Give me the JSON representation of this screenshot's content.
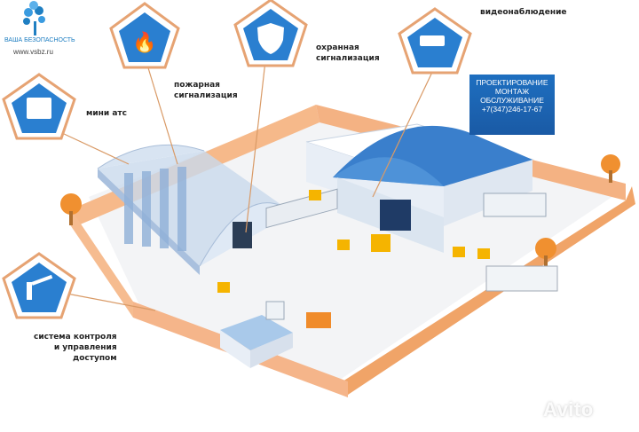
{
  "logo": {
    "name": "ВАША БЕЗОПАСНОСТЬ",
    "url": "www.vsbz.ru"
  },
  "services": {
    "fire": "пожарная\nсигнализация",
    "security": "охранная\nсигнализация",
    "video": "видеонаблюдение",
    "pbx": "мини атс",
    "access": "система контроля\nи управления\nдоступом"
  },
  "billboard": {
    "line1": "ПРОЕКТИРОВАНИЕ",
    "line2": "МОНТАЖ",
    "line3": "ОБСЛУЖИВАНИЕ",
    "phone": "+7(347)246-17-67"
  },
  "watermark": "Avito",
  "icons": [
    "fire-extinguisher-icon",
    "shield-icon",
    "cctv-camera-icon",
    "phone-icon",
    "barrier-gate-icon"
  ],
  "colors": {
    "accent": "#2a7fd0",
    "fence": "#f0a468",
    "ground": "#f3f4f6",
    "truck_cab": "#f5b400"
  }
}
